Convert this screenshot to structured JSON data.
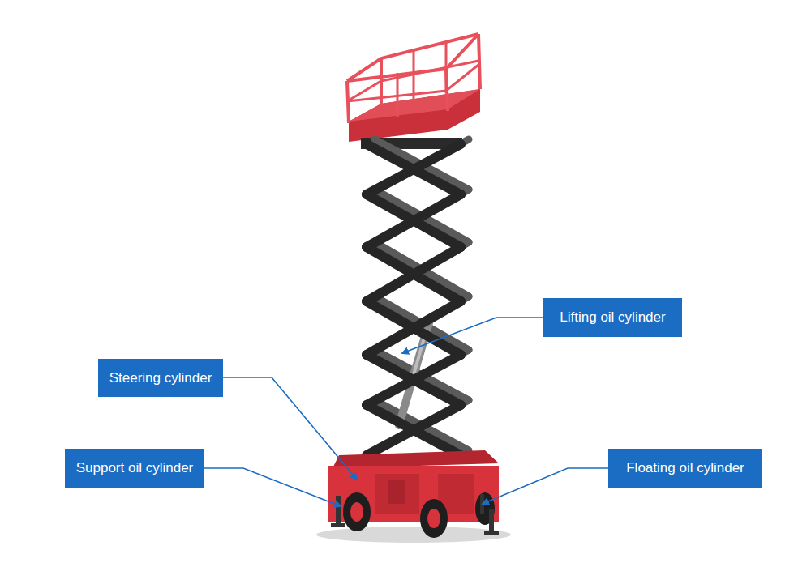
{
  "diagram": {
    "nodes": [
      {
        "text": [
          "Lifting oil cylinder"
        ]
      },
      {
        "text": [
          "Steering cylinder"
        ]
      },
      {
        "text": [
          "Support oil cylinder"
        ]
      },
      {
        "text": [
          "Floating oil cylinder"
        ]
      }
    ]
  }
}
